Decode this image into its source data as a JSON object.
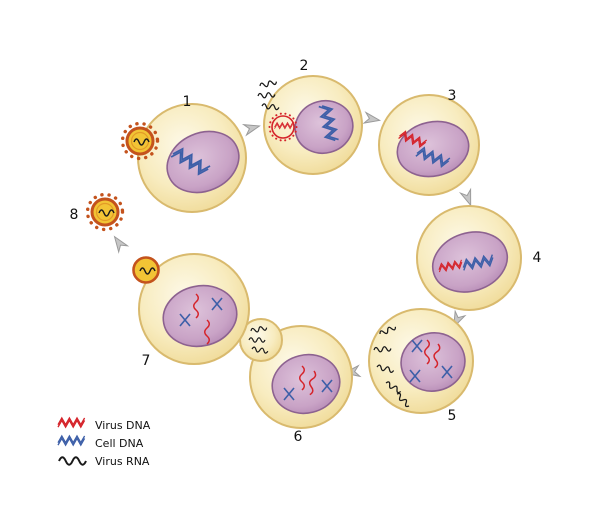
{
  "diagram": {
    "stages": [
      {
        "label": "1"
      },
      {
        "label": "2"
      },
      {
        "label": "3"
      },
      {
        "label": "4"
      },
      {
        "label": "5"
      },
      {
        "label": "6"
      },
      {
        "label": "7"
      },
      {
        "label": "8"
      }
    ],
    "legend": {
      "items": [
        {
          "label": "Virus DNA"
        },
        {
          "label": "Cell DNA"
        },
        {
          "label": "Virus RNA"
        }
      ]
    },
    "colors": {
      "virus_dna": "#d5232a",
      "cell_dna": "#3d5fa8",
      "virus_rna": "#1a1a1a",
      "cell_fill": "#f8ecc0",
      "cell_edge": "#d9ba6e",
      "nucleus_fill": "#c9a3c6",
      "nucleus_edge": "#8d6290",
      "virus_envelope": "#c4531d",
      "virus_capsid": "#f2c435",
      "arrow": "#c6c6c6"
    }
  }
}
